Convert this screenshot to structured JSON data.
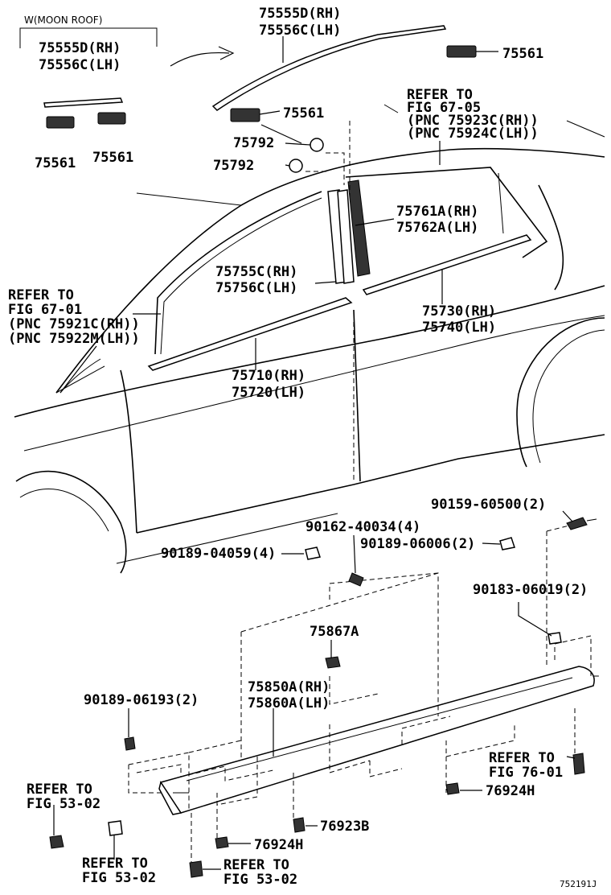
{
  "header": {
    "variant_note": "W(MOON ROOF)"
  },
  "labels": {
    "moon_roof_trim": [
      "75555D(RH)",
      "75556C(LH)"
    ],
    "roof_trim": [
      "75555D(RH)",
      "75556C(LH)"
    ],
    "clip_75561_top": "75561",
    "clip_75561_mid": "75561",
    "clip_75561_left": "75561",
    "clip_75561_right": "75561",
    "clip_75792_a": "75792",
    "clip_75792_b": "75792",
    "refer_rear": [
      "REFER TO",
      "FIG 67-05",
      "(PNC 75923C(RH))",
      "(PNC 75924C(LH))"
    ],
    "rear_pillar": [
      "75761A(RH)",
      "75762A(LH)"
    ],
    "front_pillar": [
      "75755C(RH)",
      "75756C(LH)"
    ],
    "refer_front": [
      "REFER TO",
      "FIG 67-01",
      "(PNC 75921C(RH))",
      "(PNC 75922M(LH))"
    ],
    "rear_belt": [
      "75730(RH)",
      "75740(LH)"
    ],
    "front_belt": [
      "75710(RH)",
      "75720(LH)"
    ],
    "screw_90159": "90159-60500(2)",
    "screw_90162": "90162-40034(4)",
    "clip_90189_06006": "90189-06006(2)",
    "clip_90189_04059": "90189-04059(4)",
    "clip_90183": "90183-06019(2)",
    "clip_75867A": "75867A",
    "rocker": [
      "75850A(RH)",
      "75860A(LH)"
    ],
    "clip_90189_06193": "90189-06193(2)",
    "refer_76": [
      "REFER TO",
      "FIG 76-01"
    ],
    "clip_76924H_right": "76924H",
    "refer_53_left": [
      "REFER TO",
      "FIG 53-02"
    ],
    "refer_53_bottom_left": [
      "REFER TO",
      "FIG 53-02"
    ],
    "clip_76923B": "76923B",
    "clip_76924H_bottom": "76924H",
    "refer_53_bottom": [
      "REFER TO",
      "FIG 53-02"
    ],
    "figure_id": "752191J"
  }
}
